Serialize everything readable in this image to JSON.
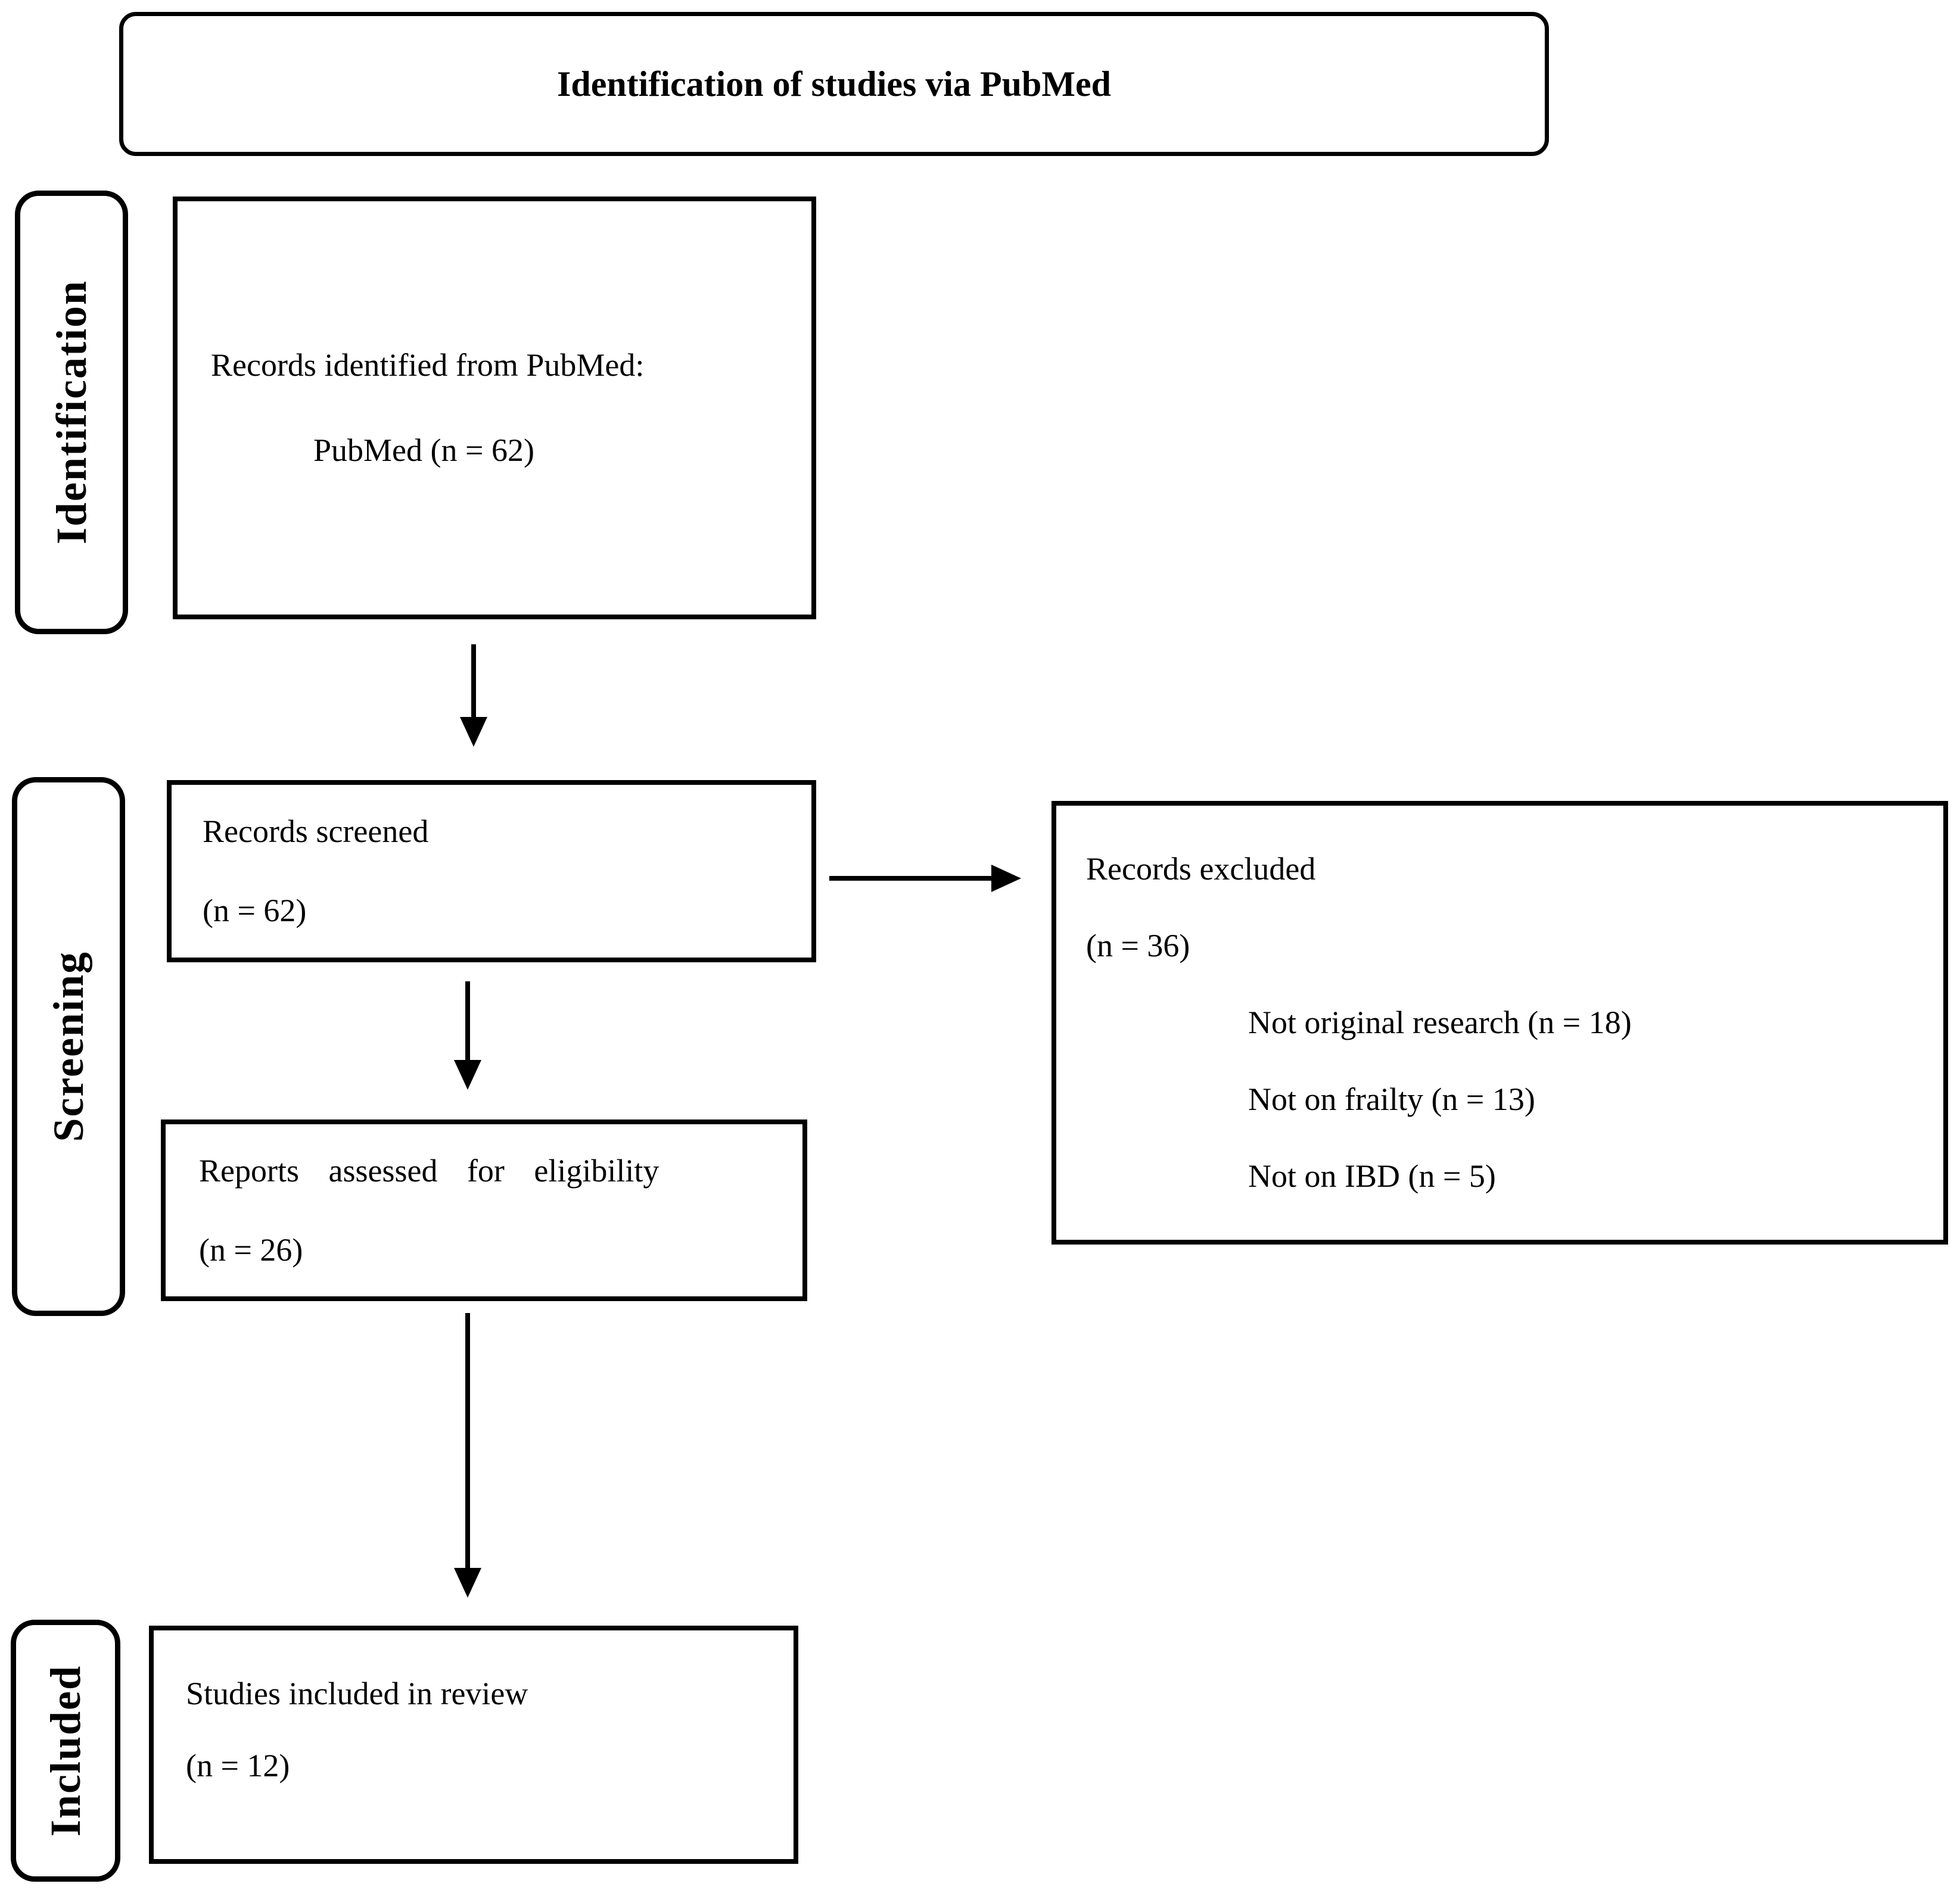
{
  "header": {
    "title": "Identification of studies via PubMed"
  },
  "stages": {
    "identification": "Identification",
    "screening": "Screening",
    "included": "Included"
  },
  "boxes": {
    "records_identified": {
      "line1": "Records identified from PubMed:",
      "line2": "PubMed (n = 62)"
    },
    "records_screened": {
      "line1": "Records screened",
      "line2": "(n = 62)"
    },
    "records_excluded": {
      "line1": "Records excluded",
      "line2": "(n = 36)",
      "reasons": [
        "Not original research (n = 18)",
        "Not on frailty (n = 13)",
        "Not on IBD (n = 5)"
      ]
    },
    "reports_assessed": {
      "line1": "Reports assessed for eligibility",
      "line2": "(n = 26)"
    },
    "studies_included": {
      "line1": "Studies included in review",
      "line2": "(n = 12)"
    }
  },
  "colors": {
    "ink": "#000000",
    "background": "#ffffff"
  }
}
